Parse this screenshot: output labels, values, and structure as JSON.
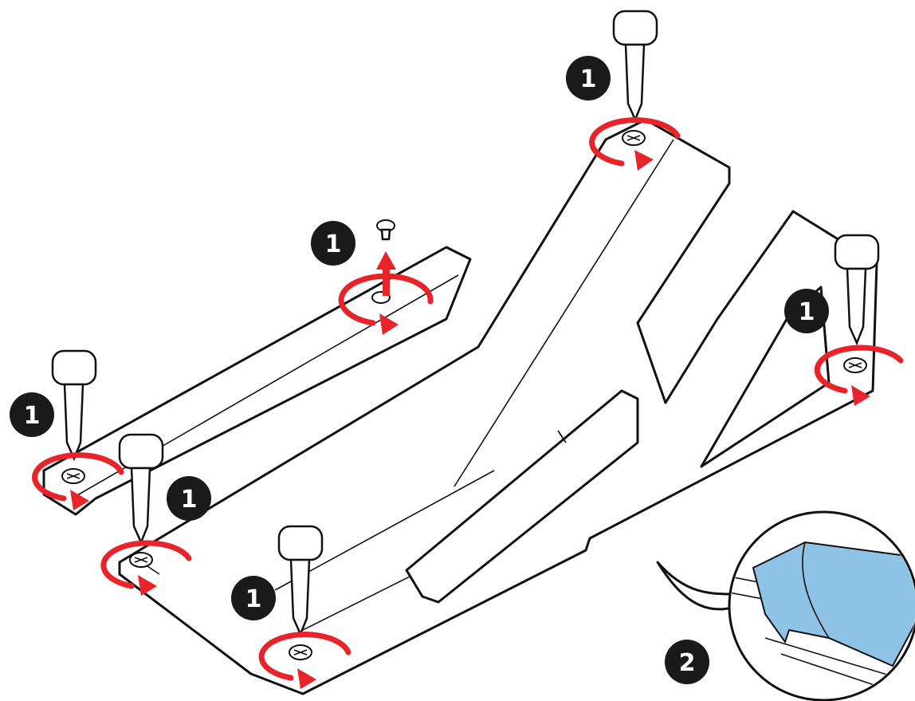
{
  "steps": [
    {
      "label": "1"
    },
    {
      "label": "1"
    },
    {
      "label": "1"
    },
    {
      "label": "1"
    },
    {
      "label": "1"
    },
    {
      "label": "1"
    },
    {
      "label": "2"
    }
  ],
  "colors": {
    "arrow": "#e8242a",
    "badge": "#1a1a1a",
    "thermal_pad": "#8fc3e6",
    "line": "#111111"
  },
  "icons": {
    "rotate": "rotate-arrow-icon",
    "lift": "lift-arrow-icon",
    "screwdriver": "screwdriver-icon",
    "screw": "screw-icon"
  }
}
